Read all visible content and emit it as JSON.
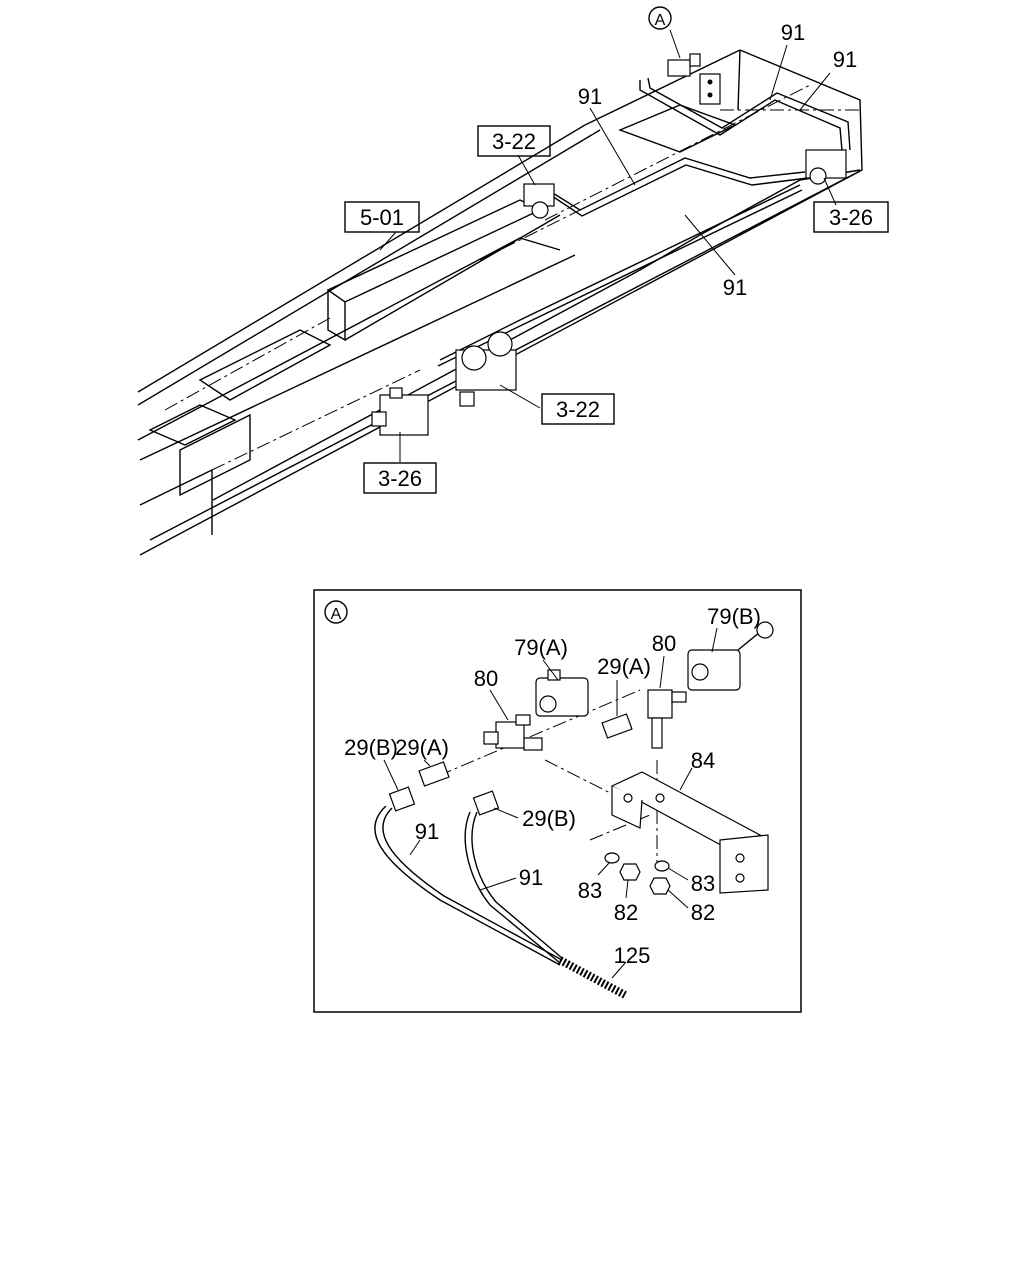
{
  "top_view": {
    "callout_A": "A",
    "refs": {
      "ref_322_upper": "3-22",
      "ref_501": "5-01",
      "ref_326_right": "3-26",
      "ref_322_lower": "3-22",
      "ref_326_left": "3-26"
    },
    "labels": {
      "pipe_91_a": "91",
      "pipe_91_b": "91",
      "pipe_91_c": "91",
      "pipe_91_d": "91"
    }
  },
  "detail_A": {
    "callout": "A",
    "labels": {
      "l_79a": "79(A)",
      "l_79b": "79(B)",
      "l_80_left": "80",
      "l_80_right": "80",
      "l_29a_left": "29(A)",
      "l_29a_right": "29(A)",
      "l_29b_left": "29(B)",
      "l_29b_right": "29(B)",
      "l_84": "84",
      "l_91_left": "91",
      "l_91_right": "91",
      "l_83_left": "83",
      "l_83_right": "83",
      "l_82_left": "82",
      "l_82_right": "82",
      "l_125": "125"
    }
  }
}
